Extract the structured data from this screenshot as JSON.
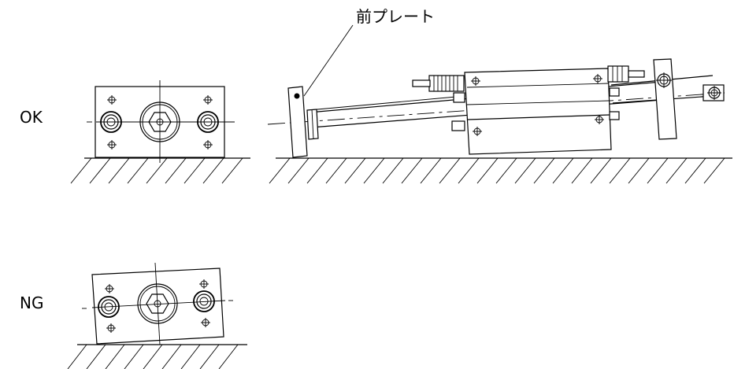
{
  "labels": {
    "ok": "OK",
    "ng": "NG",
    "front_plate": "前プレート"
  },
  "icons": {
    "front_view_ok": "cylinder-front-view",
    "side_view_ok": "cylinder-side-view",
    "front_view_ng": "cylinder-front-view-tilted",
    "ground": "hatched-ground"
  },
  "colors": {
    "line": "#000000",
    "background": "#ffffff"
  }
}
